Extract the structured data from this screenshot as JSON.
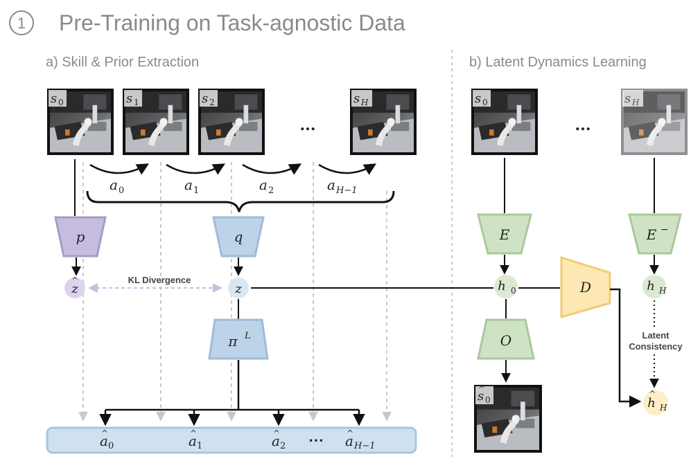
{
  "title": {
    "number": "1",
    "text": "Pre-Training on Task-agnostic Data"
  },
  "section_a": {
    "heading": "a) Skill & Prior Extraction",
    "states": [
      "0",
      "1",
      "2",
      "H"
    ],
    "ellipsis": "...",
    "actions": [
      "0",
      "1",
      "2",
      "H−1"
    ],
    "prior_label": "p",
    "posterior_label": "q",
    "policy_label": "π",
    "policy_superscript": "L",
    "z_hat": "z",
    "z": "z",
    "kl_label": "KL Divergence",
    "out_actions": [
      "0",
      "1",
      "2",
      "H−1"
    ],
    "out_ellipsis": "⋯"
  },
  "section_b": {
    "heading": "b) Latent Dynamics Learning",
    "states": [
      "0",
      "H"
    ],
    "ellipsis": "...",
    "encoder": "E",
    "encoder_target": "E",
    "encoder_target_sup": "−",
    "dynamics": "D",
    "observation_decoder": "O",
    "h0_sub": "0",
    "hH_sub": "H",
    "hH_hat_sub": "H",
    "s0_hat_sub": "0",
    "consistency_line1": "Latent",
    "consistency_line2": "Consistency"
  },
  "colors": {
    "prior": "#c7bde0",
    "prior_stroke": "#a89bc8",
    "posterior": "#bcd3e8",
    "posterior_stroke": "#9dbcdc",
    "encoder": "#cfe3c4",
    "encoder_stroke": "#a9c99a",
    "dynamics": "#fde7b3",
    "dynamics_stroke": "#f2cc73",
    "action_bar": "#cfe0f0",
    "action_bar_stroke": "#a9c4e0",
    "node_purple": "#ddd3ee",
    "node_blue": "#d9e7f3",
    "node_green": "#dbe9d3",
    "node_yellow": "#fdeec4"
  }
}
